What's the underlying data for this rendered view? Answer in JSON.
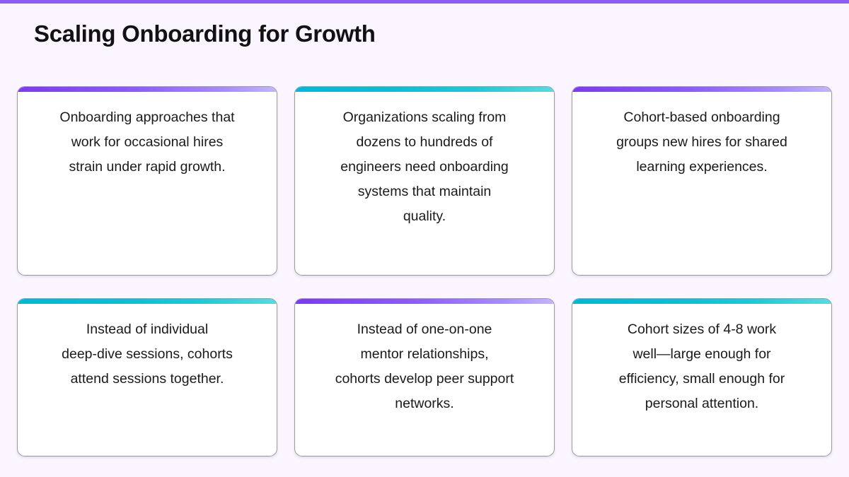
{
  "page": {
    "title": "Scaling Onboarding for Growth",
    "background_color": "#faf5ff",
    "top_bar_color": "#8b5cf6",
    "accent_purple": "#8b5cf6",
    "accent_teal": "#06b6d4"
  },
  "cards": [
    {
      "id": "card-1",
      "accent": "purple",
      "text": "Onboarding approaches that\nwork for occasional hires\nstrain under rapid growth."
    },
    {
      "id": "card-2",
      "accent": "teal",
      "text": "Organizations scaling from\ndozens to hundreds of\nengineers need onboarding\nsystems that maintain\nquality."
    },
    {
      "id": "card-3",
      "accent": "purple",
      "text": "Cohort-based onboarding\ngroups new hires for shared\nlearning experiences."
    },
    {
      "id": "card-4",
      "accent": "teal",
      "text": "Instead of individual\ndeep-dive sessions, cohorts\nattend sessions together."
    },
    {
      "id": "card-5",
      "accent": "purple",
      "text": "Instead of one-on-one\nmentor relationships,\ncohorts develop peer support\nnetworks."
    },
    {
      "id": "card-6",
      "accent": "teal",
      "text": "Cohort sizes of 4-8 work\nwell—large enough for\nefficiency, small enough for\npersonal attention."
    }
  ]
}
